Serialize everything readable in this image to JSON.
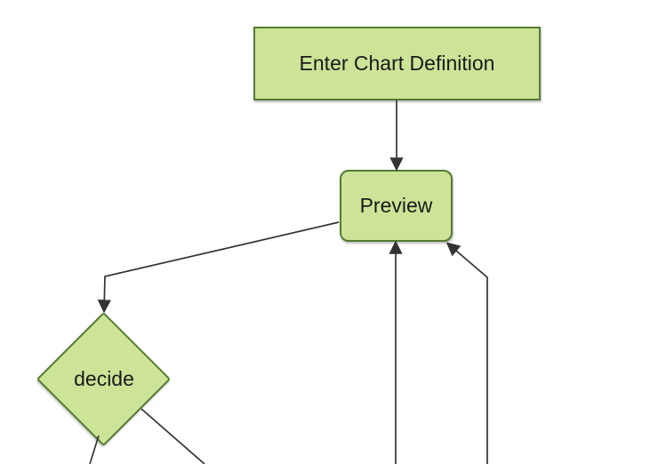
{
  "diagram": {
    "type": "flowchart",
    "direction": "top-down",
    "background_color": "#ffffff",
    "nodes": [
      {
        "id": "A",
        "label": "Enter Chart Definition",
        "shape": "rectangle"
      },
      {
        "id": "B",
        "label": "Preview",
        "shape": "rounded-rectangle"
      },
      {
        "id": "C",
        "label": "decide",
        "shape": "diamond"
      }
    ],
    "edges": [
      {
        "from": "A",
        "to": "B",
        "arrowhead": true
      },
      {
        "from": "B",
        "to": "C",
        "arrowhead": true
      },
      {
        "from": "offscreen-bottom",
        "to": "B",
        "arrowhead": true
      },
      {
        "from": "offscreen-bottom-right",
        "to": "B",
        "arrowhead": true
      },
      {
        "from": "C",
        "to": "offscreen-bottom-left",
        "arrowhead": false
      },
      {
        "from": "C",
        "to": "offscreen-bottom-right",
        "arrowhead": false
      }
    ],
    "colors": {
      "node_fill": "#cde498",
      "node_border": "#537b33",
      "edge_line": "#333333",
      "arrowhead": "#333333",
      "label_text": "#1a1a1a"
    }
  }
}
